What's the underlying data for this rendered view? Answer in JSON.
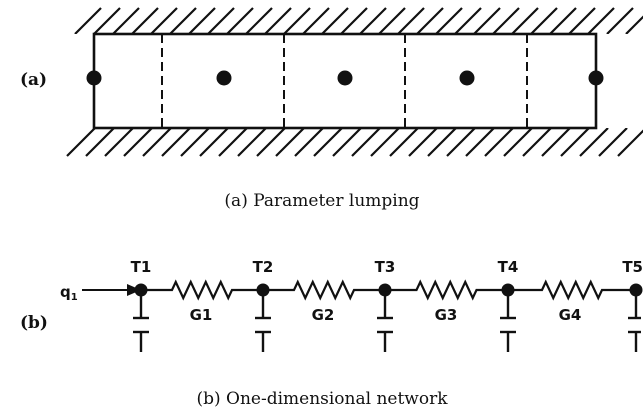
{
  "part_a": {
    "label": "(a)",
    "caption": "(a) Parameter lumping"
  },
  "part_b": {
    "label": "(b)",
    "caption": "(b) One-dimensional network",
    "heat_input": "q",
    "heat_input_sub": "1",
    "nodes": [
      "T1",
      "T2",
      "T3",
      "T4",
      "T5"
    ],
    "conductances": [
      "G1",
      "G2",
      "G3",
      "G4"
    ]
  }
}
